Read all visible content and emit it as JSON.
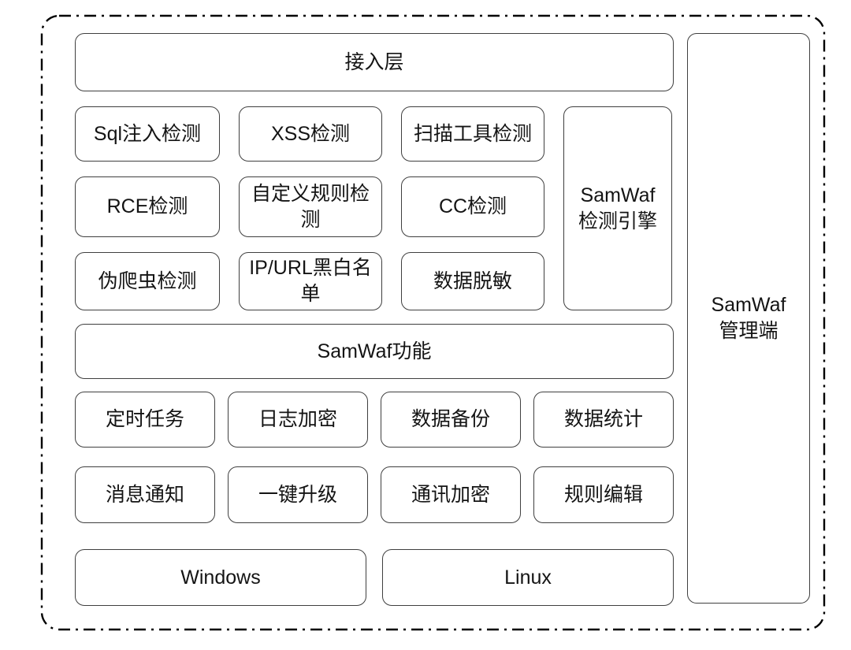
{
  "diagram": {
    "title_hint": "SamWaf architecture diagram",
    "access_layer_label": "接入层",
    "detections": [
      "Sql注入检测",
      "XSS检测",
      "扫描工具检测",
      "RCE检测",
      "自定义规则检\n测",
      "CC检测",
      "伪爬虫检测",
      "IP/URL黑白名\n单",
      "数据脱敏"
    ],
    "engine_label": "SamWaf\n检测引擎",
    "features_banner_label": "SamWaf功能",
    "features": [
      "定时任务",
      "日志加密",
      "数据备份",
      "数据统计",
      "消息通知",
      "一键升级",
      "通讯加密",
      "规则编辑"
    ],
    "platforms": [
      "Windows",
      "Linux"
    ],
    "management_label": "SamWaf\n管理端",
    "colors": {
      "background": "#ffffff",
      "box_border": "#3f3f3f",
      "outer_border": "#000000",
      "text": "#141414"
    }
  }
}
